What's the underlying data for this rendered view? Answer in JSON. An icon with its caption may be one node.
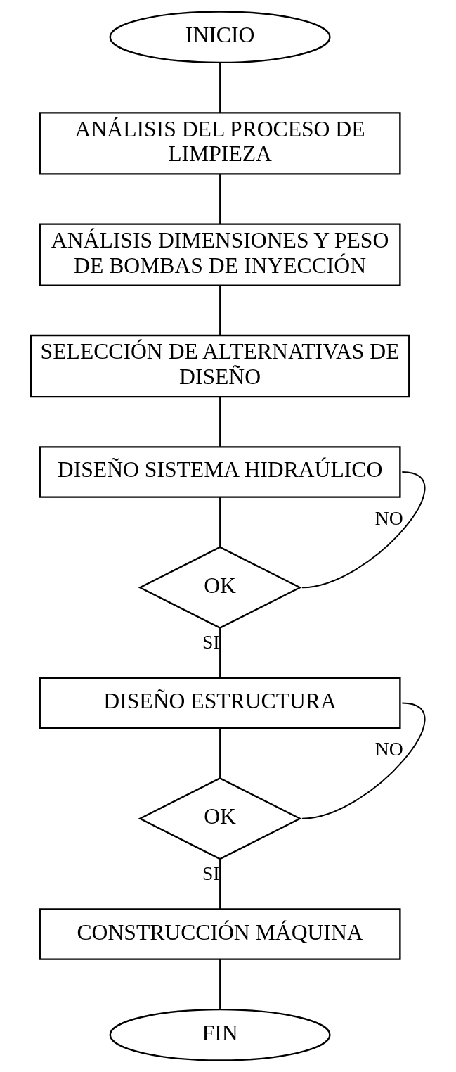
{
  "diagram": {
    "nodes": [
      {
        "text": [
          "INICIO"
        ]
      },
      {
        "text": [
          "ANÁLISIS DEL PROCESO DE LIMPIEZA"
        ]
      },
      {
        "text": [
          "ANÁLISIS DIMENSIONES Y PESO DE BOMBAS DE INYECCIÓN"
        ]
      },
      {
        "text": [
          "SELECCIÓN DE ALTERNATIVAS DE DISEÑO"
        ]
      },
      {
        "text": [
          "DISEÑO SISTEMA HIDRAÚLICO"
        ]
      },
      {
        "text": [
          "OK"
        ]
      },
      {
        "text": [
          "DISEÑO ESTRUCTURA"
        ]
      },
      {
        "text": [
          "OK"
        ]
      },
      {
        "text": [
          "CONSTRUCCIÓN MÁQUINA"
        ]
      },
      {
        "text": [
          "FIN"
        ]
      }
    ],
    "edges": [
      {
        "from": 0,
        "to": 1,
        "arrow": "none"
      },
      {
        "from": 1,
        "to": 2,
        "arrow": "none"
      },
      {
        "from": 2,
        "to": 3,
        "arrow": "none"
      },
      {
        "from": 3,
        "to": 4,
        "arrow": "none"
      },
      {
        "from": 4,
        "to": 5,
        "arrow": "none"
      },
      {
        "from": 5,
        "to": 6,
        "arrow": "none",
        "label": "SI"
      },
      {
        "from": 5,
        "to": 4,
        "arrow": "none",
        "label": "NO"
      },
      {
        "from": 6,
        "to": 7,
        "arrow": "none"
      },
      {
        "from": 7,
        "to": 8,
        "arrow": "none",
        "label": "SI"
      },
      {
        "from": 7,
        "to": 6,
        "arrow": "none",
        "label": "NO"
      },
      {
        "from": 8,
        "to": 9,
        "arrow": "none"
      }
    ]
  }
}
